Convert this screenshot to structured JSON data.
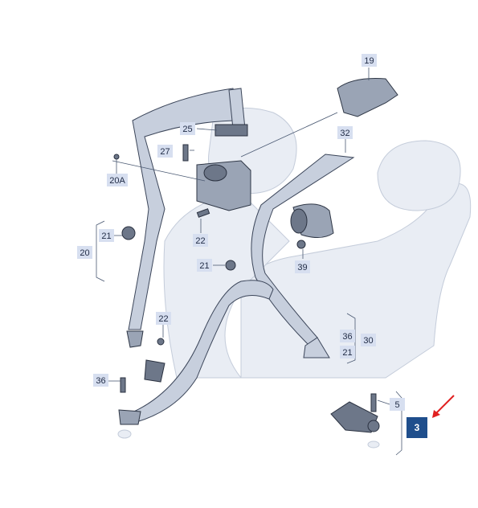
{
  "callouts": [
    {
      "id": "c19",
      "label": "19"
    },
    {
      "id": "c25",
      "label": "25"
    },
    {
      "id": "c27",
      "label": "27"
    },
    {
      "id": "c32",
      "label": "32"
    },
    {
      "id": "c20A",
      "label": "20A"
    },
    {
      "id": "c21a",
      "label": "21"
    },
    {
      "id": "c20",
      "label": "20"
    },
    {
      "id": "c22a",
      "label": "22"
    },
    {
      "id": "c21b",
      "label": "21"
    },
    {
      "id": "c39",
      "label": "39"
    },
    {
      "id": "c22b",
      "label": "22"
    },
    {
      "id": "c36a",
      "label": "36"
    },
    {
      "id": "c30",
      "label": "30"
    },
    {
      "id": "c21c",
      "label": "21"
    },
    {
      "id": "c36b",
      "label": "36"
    },
    {
      "id": "c5",
      "label": "5"
    },
    {
      "id": "c3",
      "label": "3"
    }
  ],
  "colors": {
    "callout_bg": "#d7dff0",
    "highlight_bg": "#1f4e8c",
    "arrow": "#e02020"
  }
}
